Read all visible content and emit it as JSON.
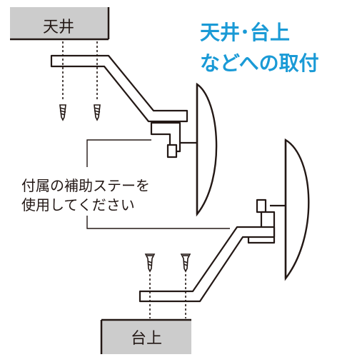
{
  "headline": {
    "line1": "天井･台上",
    "line2": "などへの取付",
    "color": "#1a9ad6"
  },
  "ceiling_label": "天井",
  "table_label": "台上",
  "note": {
    "line1": "付属の補助ステーを",
    "line2": "使用してください"
  },
  "colors": {
    "surface_fill": "#cccccc",
    "ink": "#231815",
    "paper": "#ffffff"
  }
}
